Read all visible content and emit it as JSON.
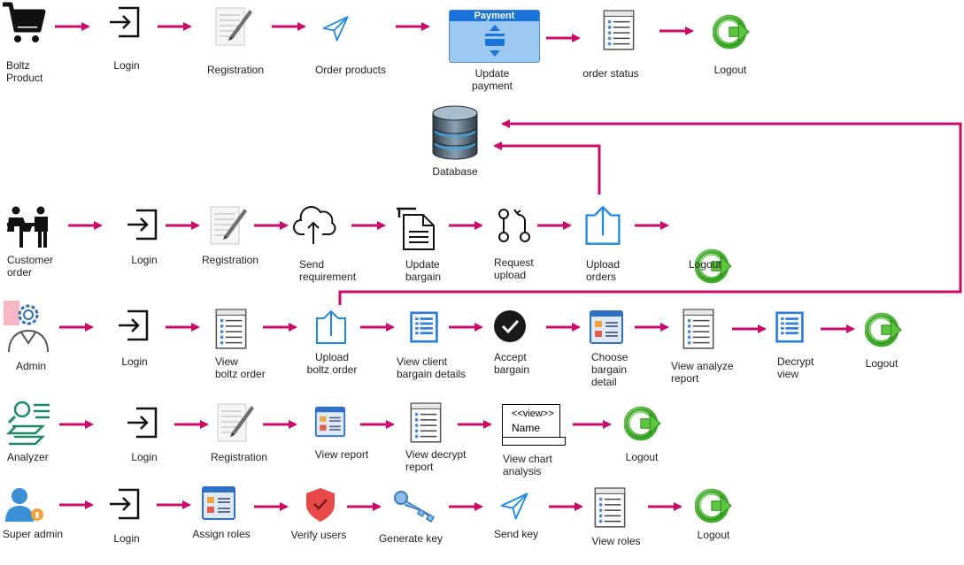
{
  "colors": {
    "arrow": "#cc0a6b",
    "icon_blue": "#1e88e5",
    "logout_green": "#3fae2a"
  },
  "rows": [
    {
      "actor": "Boltz\nProduct",
      "steps": [
        "Login",
        "Registration",
        "Order products",
        "Update\npayment",
        "order status",
        "Logout"
      ]
    },
    {
      "actor": "Customer\norder",
      "steps": [
        "Login",
        "Registration",
        "Send\nrequirement",
        "Update\nbargain",
        "Request\nupload",
        "Upload\norders",
        "Logout"
      ]
    },
    {
      "actor": "Admin",
      "steps": [
        "Login",
        "View\nboltz order",
        "Upload\nboltz order",
        "View client\nbargain details",
        "Accept\nbargain",
        "Choose\nbargain\ndetail",
        "View analyze\nreport",
        "Decrypt\nview",
        "Logout"
      ]
    },
    {
      "actor": "Analyzer",
      "steps": [
        "Login",
        "Registration",
        "View report",
        "View decrypt\nreport",
        "View chart\nanalysis",
        "Logout"
      ]
    },
    {
      "actor": "Super admin",
      "steps": [
        "Login",
        "Assign roles",
        "Verify users",
        "Generate key",
        "Send key",
        "View roles",
        "Logout"
      ]
    }
  ],
  "database": "Database",
  "payment_title": "Payment",
  "view_box": {
    "stereotype": "<<view>>",
    "name": "Name"
  },
  "icons": [
    "cart-icon",
    "login-icon",
    "registration-icon",
    "send-icon",
    "payment-icon",
    "checklist-icon",
    "logout-icon",
    "database-icon",
    "meeting-icon",
    "cloud-upload-icon",
    "document-icon",
    "branch-icon",
    "upload-icon",
    "admin-gear-icon",
    "list-icon",
    "check-circle-icon",
    "form-icon",
    "analyzer-icon",
    "super-admin-icon",
    "shield-check-icon",
    "key-icon"
  ]
}
